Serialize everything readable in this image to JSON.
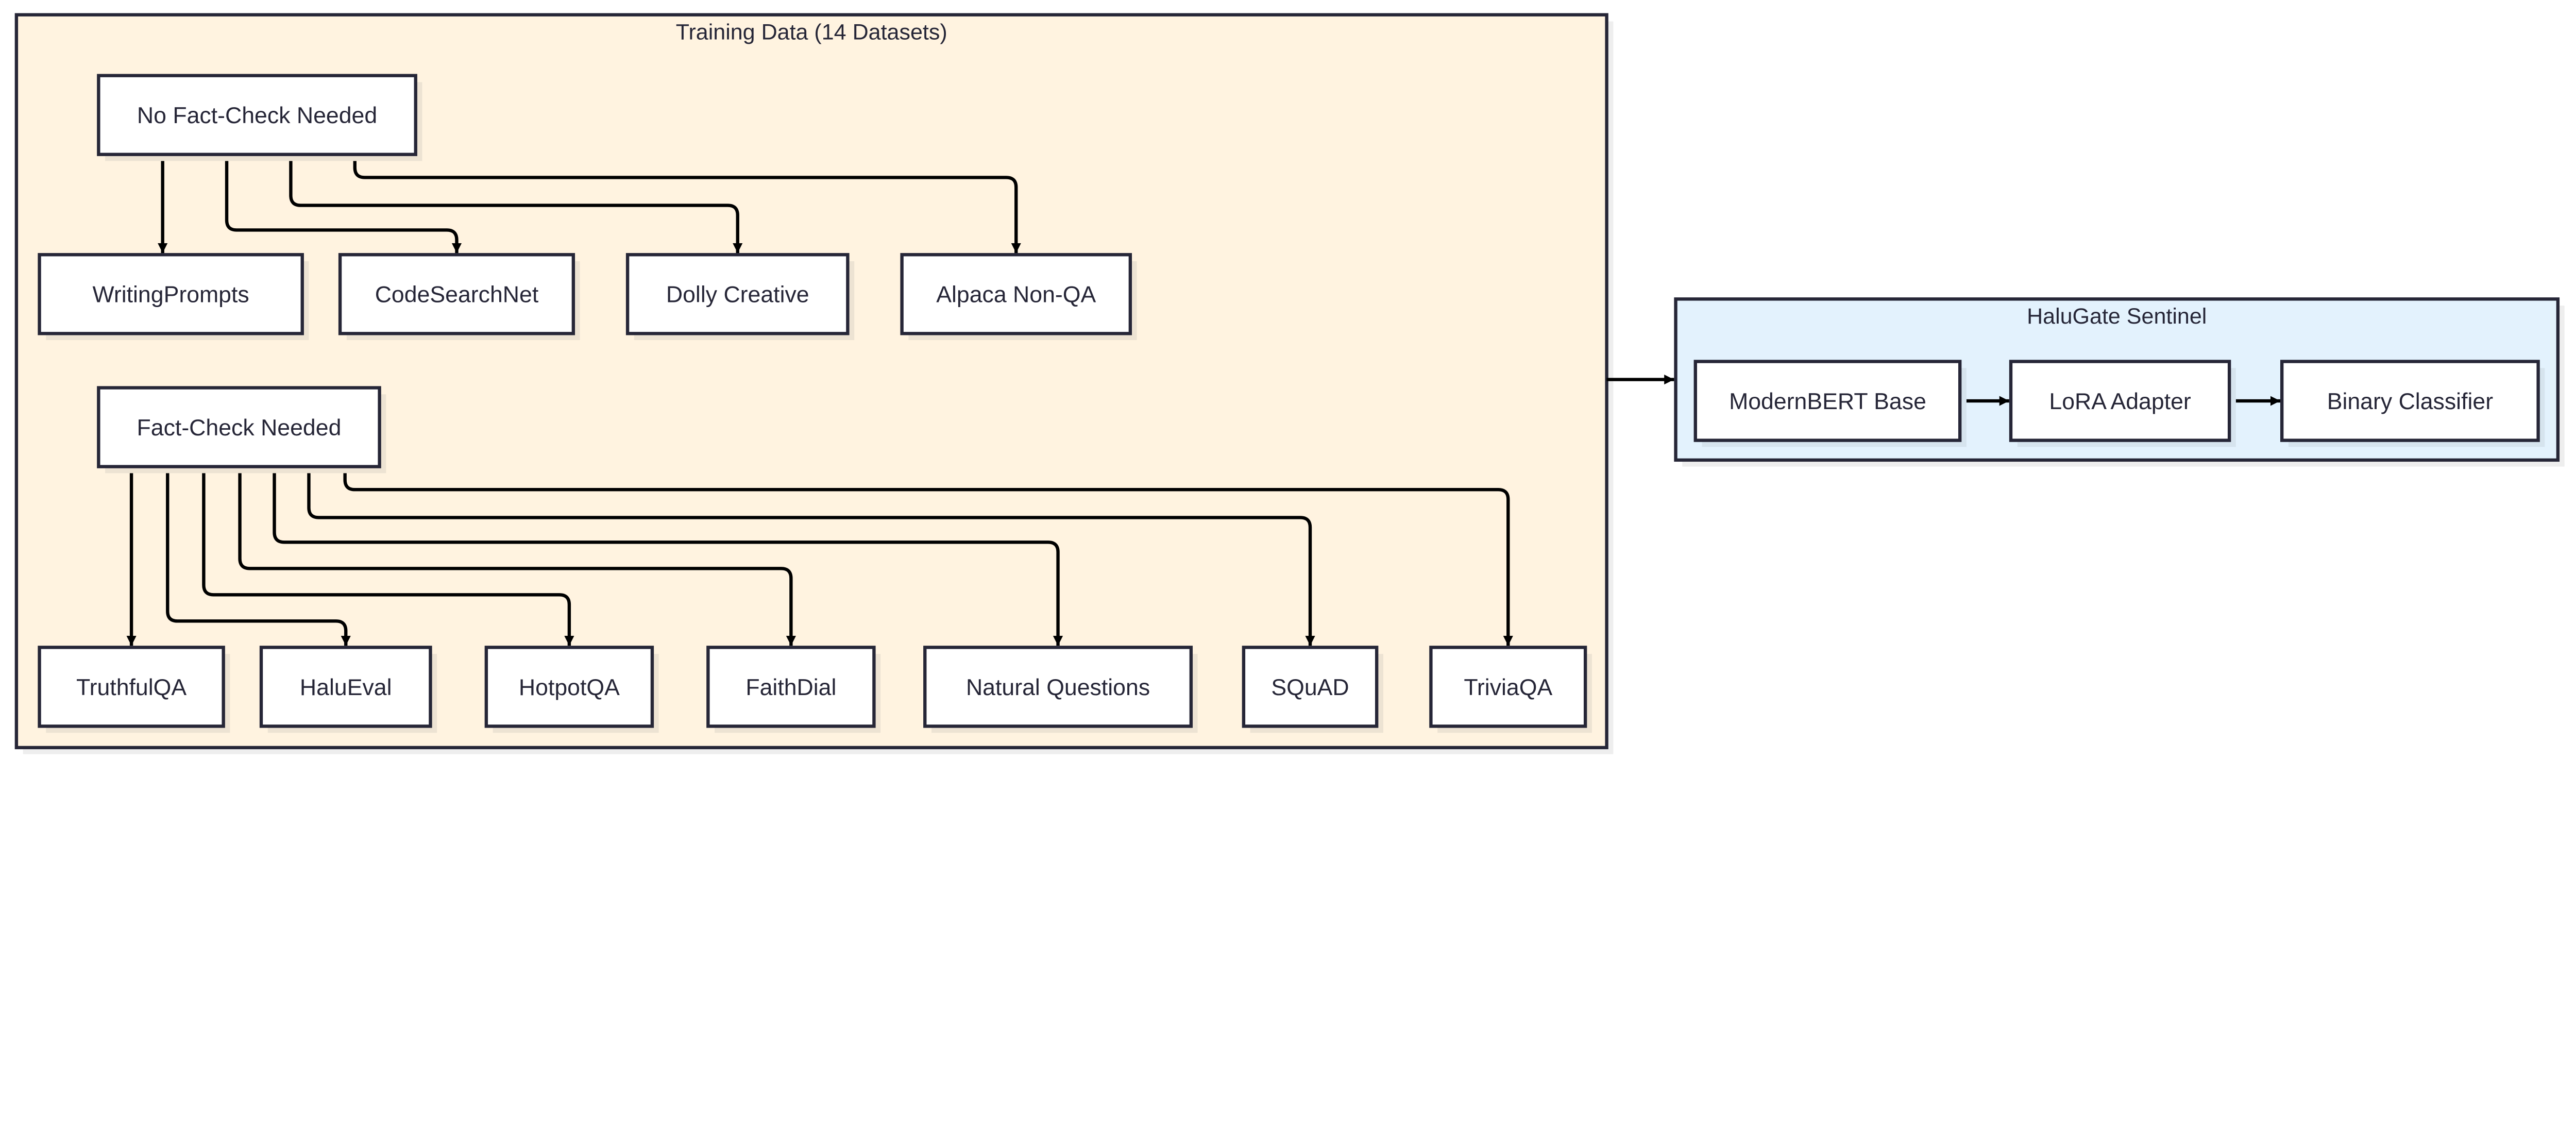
{
  "colors": {
    "training_fill": "#FFF3E0",
    "sentinel_fill": "#E3F2FD",
    "node_fill": "#FFFFFF",
    "border": "#262637",
    "edge": "#000000"
  },
  "training": {
    "title": "Training Data (14 Datasets)",
    "groups": [
      {
        "id": "nofc",
        "label": "No Fact-Check Needed",
        "datasets": [
          {
            "id": "wp",
            "label": "WritingPrompts"
          },
          {
            "id": "csn",
            "label": "CodeSearchNet"
          },
          {
            "id": "dolly",
            "label": "Dolly Creative"
          },
          {
            "id": "alpaca",
            "label": "Alpaca Non-QA"
          }
        ]
      },
      {
        "id": "fc",
        "label": "Fact-Check Needed",
        "datasets": [
          {
            "id": "tqa",
            "label": "TruthfulQA"
          },
          {
            "id": "halu",
            "label": "HaluEval"
          },
          {
            "id": "hotpot",
            "label": "HotpotQA"
          },
          {
            "id": "faith",
            "label": "FaithDial"
          },
          {
            "id": "nq",
            "label": "Natural Questions"
          },
          {
            "id": "squad",
            "label": "SQuAD"
          },
          {
            "id": "trivia",
            "label": "TriviaQA"
          }
        ]
      }
    ]
  },
  "sentinel": {
    "title": "HaluGate Sentinel",
    "stages": [
      {
        "id": "mb",
        "label": "ModernBERT Base"
      },
      {
        "id": "lora",
        "label": "LoRA Adapter"
      },
      {
        "id": "bin",
        "label": "Binary Classifier"
      }
    ]
  }
}
